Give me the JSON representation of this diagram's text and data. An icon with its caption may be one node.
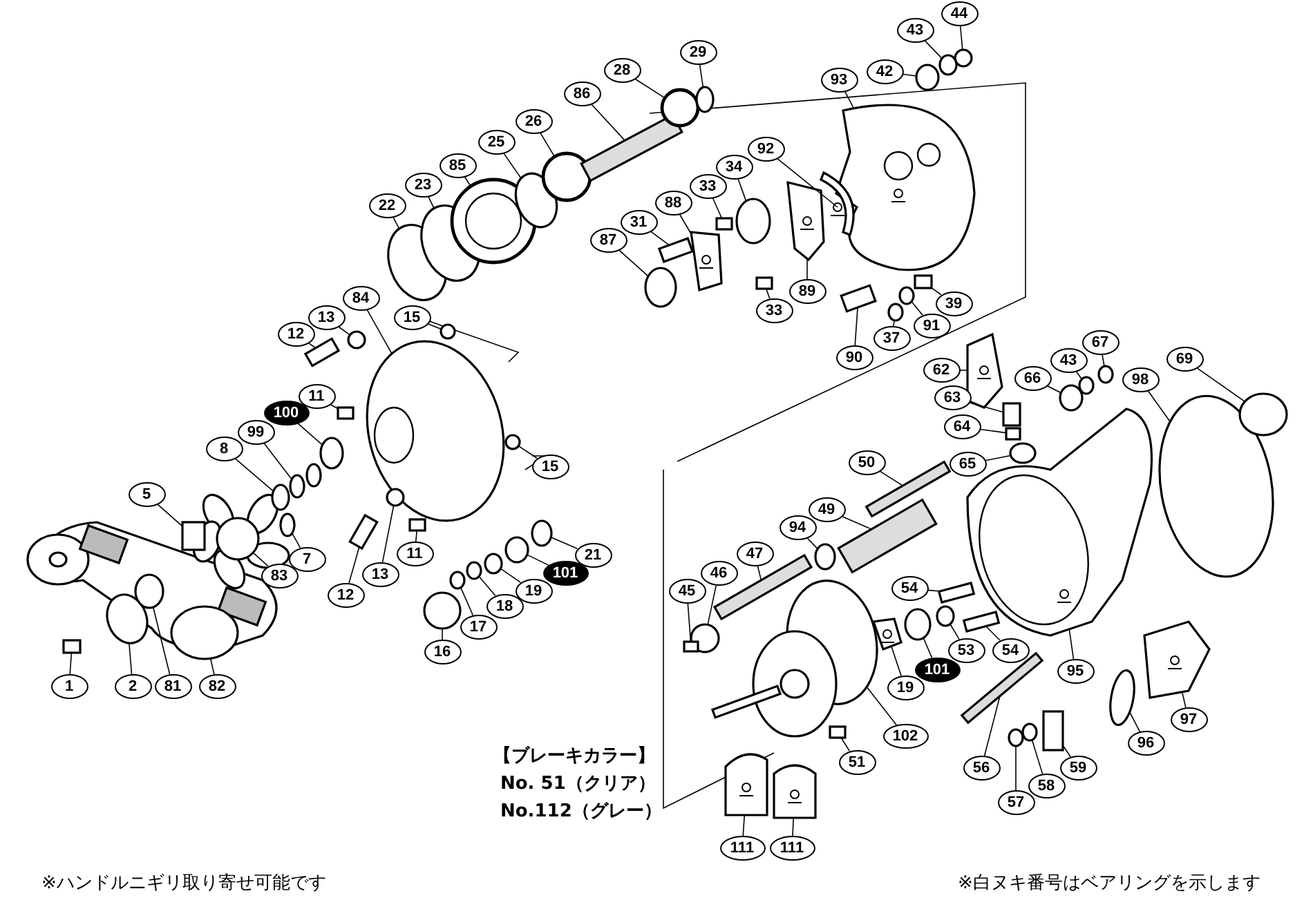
{
  "diagram": {
    "nodes": [
      {
        "text": [
          "22"
        ]
      },
      {
        "text": [
          "23"
        ]
      },
      {
        "text": [
          "85"
        ]
      },
      {
        "text": [
          "25"
        ]
      },
      {
        "text": [
          "26"
        ]
      },
      {
        "text": [
          "86"
        ]
      },
      {
        "text": [
          "28"
        ]
      },
      {
        "text": [
          "29"
        ]
      },
      {
        "text": [
          "44"
        ]
      },
      {
        "text": [
          "43"
        ]
      },
      {
        "text": [
          "42"
        ]
      },
      {
        "text": [
          "93"
        ]
      },
      {
        "text": [
          "92"
        ]
      },
      {
        "text": [
          "34"
        ]
      },
      {
        "text": [
          "33"
        ]
      },
      {
        "text": [
          "88"
        ]
      },
      {
        "text": [
          "31"
        ]
      },
      {
        "text": [
          "87"
        ]
      },
      {
        "text": [
          "89"
        ]
      },
      {
        "text": [
          "33"
        ]
      },
      {
        "text": [
          "90"
        ]
      },
      {
        "text": [
          "37"
        ]
      },
      {
        "text": [
          "91"
        ]
      },
      {
        "text": [
          "39"
        ]
      },
      {
        "text": [
          "13"
        ]
      },
      {
        "text": [
          "12"
        ]
      },
      {
        "text": [
          "84"
        ]
      },
      {
        "text": [
          "15"
        ]
      },
      {
        "text": [
          "11"
        ]
      },
      {
        "text": [
          "100"
        ]
      },
      {
        "text": [
          "99"
        ]
      },
      {
        "text": [
          "8"
        ]
      },
      {
        "text": [
          "15"
        ]
      },
      {
        "text": [
          "62"
        ]
      },
      {
        "text": [
          "63"
        ]
      },
      {
        "text": [
          "64"
        ]
      },
      {
        "text": [
          "65"
        ]
      },
      {
        "text": [
          "66"
        ]
      },
      {
        "text": [
          "43"
        ]
      },
      {
        "text": [
          "67"
        ]
      },
      {
        "text": [
          "98"
        ]
      },
      {
        "text": [
          "69"
        ]
      },
      {
        "text": [
          "5"
        ]
      },
      {
        "text": [
          "7"
        ]
      },
      {
        "text": [
          "83"
        ]
      },
      {
        "text": [
          "12"
        ]
      },
      {
        "text": [
          "13"
        ]
      },
      {
        "text": [
          "11"
        ]
      },
      {
        "text": [
          "21"
        ]
      },
      {
        "text": [
          "101"
        ]
      },
      {
        "text": [
          "19"
        ]
      },
      {
        "text": [
          "18"
        ]
      },
      {
        "text": [
          "17"
        ]
      },
      {
        "text": [
          "16"
        ]
      },
      {
        "text": [
          "1"
        ]
      },
      {
        "text": [
          "2"
        ]
      },
      {
        "text": [
          "81"
        ]
      },
      {
        "text": [
          "82"
        ]
      },
      {
        "text": [
          "50"
        ]
      },
      {
        "text": [
          "49"
        ]
      },
      {
        "text": [
          "94"
        ]
      },
      {
        "text": [
          "47"
        ]
      },
      {
        "text": [
          "46"
        ]
      },
      {
        "text": [
          "45"
        ]
      },
      {
        "text": [
          "54"
        ]
      },
      {
        "text": [
          "53"
        ]
      },
      {
        "text": [
          "54"
        ]
      },
      {
        "text": [
          "95"
        ]
      },
      {
        "text": [
          "19"
        ]
      },
      {
        "text": [
          "101"
        ]
      },
      {
        "text": [
          "102"
        ]
      },
      {
        "text": [
          "51"
        ]
      },
      {
        "text": [
          "56"
        ]
      },
      {
        "text": [
          "59"
        ]
      },
      {
        "text": [
          "58"
        ]
      },
      {
        "text": [
          "57"
        ]
      },
      {
        "text": [
          "96"
        ]
      },
      {
        "text": [
          "97"
        ]
      },
      {
        "text": [
          "111"
        ]
      },
      {
        "text": [
          "111"
        ]
      },
      {
        "text": [],
        "shape": "circle"
      },
      {
        "text": [],
        "shape": "circle"
      },
      {
        "text": [],
        "shape": "circle"
      },
      {
        "text": [],
        "shape": "circle"
      },
      {
        "text": [],
        "shape": "circle"
      },
      {
        "text": [],
        "shape": "bar"
      },
      {
        "text": [],
        "shape": "circle"
      },
      {
        "text": [],
        "shape": "circle"
      },
      {
        "text": [],
        "shape": "circle"
      },
      {
        "text": [],
        "shape": "circle"
      },
      {
        "text": [],
        "shape": "circle"
      },
      {
        "text": [],
        "shape": "picture"
      },
      {
        "text": [],
        "shape": "picture"
      },
      {
        "text": [],
        "shape": "circle"
      },
      {
        "text": [],
        "shape": "box"
      },
      {
        "text": [],
        "shape": "picture"
      },
      {
        "text": [],
        "shape": "box"
      },
      {
        "text": [],
        "shape": "circle"
      },
      {
        "text": [],
        "shape": "picture"
      },
      {
        "text": [],
        "shape": "box"
      },
      {
        "text": [],
        "shape": "box"
      },
      {
        "text": [],
        "shape": "circle"
      },
      {
        "text": [],
        "shape": "circle"
      },
      {
        "text": [],
        "shape": "box"
      },
      {
        "text": [],
        "shape": "circle"
      },
      {
        "text": [],
        "shape": "box"
      },
      {
        "text": [],
        "shape": "circle"
      },
      {
        "text": [],
        "shape": "circle"
      },
      {
        "text": [],
        "shape": "box"
      },
      {
        "text": [],
        "shape": "circle"
      },
      {
        "text": [],
        "shape": "circle"
      },
      {
        "text": [],
        "shape": "circle"
      },
      {
        "text": [],
        "shape": "circle"
      },
      {
        "text": [],
        "shape": "picture"
      },
      {
        "text": [],
        "shape": "box"
      },
      {
        "text": [],
        "shape": "box"
      },
      {
        "text": [],
        "shape": "circle"
      },
      {
        "text": [],
        "shape": "circle"
      },
      {
        "text": [],
        "shape": "circle"
      },
      {
        "text": [],
        "shape": "circle"
      },
      {
        "text": [],
        "shape": "circle"
      },
      {
        "text": [],
        "shape": "circle"
      },
      {
        "text": [],
        "shape": "box"
      },
      {
        "text": [],
        "shape": "circle"
      },
      {
        "text": [],
        "shape": "circle"
      },
      {
        "text": [],
        "shape": "box"
      },
      {
        "text": [],
        "shape": "circle"
      },
      {
        "text": [],
        "shape": "box"
      },
      {
        "text": [],
        "shape": "circle"
      },
      {
        "text": [],
        "shape": "circle"
      },
      {
        "text": [],
        "shape": "circle"
      },
      {
        "text": [],
        "shape": "circle"
      },
      {
        "text": [],
        "shape": "circle"
      },
      {
        "text": [],
        "shape": "circle"
      },
      {
        "text": [],
        "shape": "box"
      },
      {
        "text": [],
        "shape": "circle"
      },
      {
        "text": [],
        "shape": "circle"
      },
      {
        "text": [],
        "shape": "circle"
      },
      {
        "text": [],
        "shape": "bar"
      },
      {
        "text": [],
        "shape": "bar"
      },
      {
        "text": [],
        "shape": "circle"
      },
      {
        "text": [],
        "shape": "bar"
      },
      {
        "text": [],
        "shape": "circle"
      },
      {
        "text": [],
        "shape": "box"
      },
      {
        "text": [],
        "shape": "box"
      },
      {
        "text": [],
        "shape": "circle"
      },
      {
        "text": [],
        "shape": "box"
      },
      {
        "text": [],
        "shape": "picture"
      },
      {
        "text": [],
        "shape": "picture"
      },
      {
        "text": [],
        "shape": "circle"
      },
      {
        "text": [],
        "shape": "circle"
      },
      {
        "text": [],
        "shape": "box"
      },
      {
        "text": [],
        "shape": "bar"
      },
      {
        "text": [],
        "shape": "box"
      },
      {
        "text": [],
        "shape": "circle"
      },
      {
        "text": [],
        "shape": "circle"
      },
      {
        "text": [],
        "shape": "circle"
      },
      {
        "text": [],
        "shape": "picture"
      },
      {
        "text": [],
        "shape": "picture"
      },
      {
        "text": [],
        "shape": "picture"
      }
    ],
    "edges": [
      {
        "from": 0,
        "to": 80,
        "arrow": "none"
      },
      {
        "from": 1,
        "to": 81,
        "arrow": "none"
      },
      {
        "from": 2,
        "to": 82,
        "arrow": "none"
      },
      {
        "from": 3,
        "to": 83,
        "arrow": "none"
      },
      {
        "from": 4,
        "to": 84,
        "arrow": "none"
      },
      {
        "from": 5,
        "to": 85,
        "arrow": "none"
      },
      {
        "from": 6,
        "to": 86,
        "arrow": "none"
      },
      {
        "from": 7,
        "to": 87,
        "arrow": "none"
      },
      {
        "from": 8,
        "to": 88,
        "arrow": "none"
      },
      {
        "from": 9,
        "to": 89,
        "arrow": "none"
      },
      {
        "from": 10,
        "to": 90,
        "arrow": "none"
      },
      {
        "from": 11,
        "to": 91,
        "arrow": "none"
      },
      {
        "from": 12,
        "to": 92,
        "arrow": "none"
      },
      {
        "from": 13,
        "to": 93,
        "arrow": "none"
      },
      {
        "from": 14,
        "to": 94,
        "arrow": "none"
      },
      {
        "from": 15,
        "to": 95,
        "arrow": "none"
      },
      {
        "from": 16,
        "to": 96,
        "arrow": "none"
      },
      {
        "from": 17,
        "to": 97,
        "arrow": "none"
      },
      {
        "from": 18,
        "to": 98,
        "arrow": "none"
      },
      {
        "from": 19,
        "to": 99,
        "arrow": "none"
      },
      {
        "from": 20,
        "to": 100,
        "arrow": "none"
      },
      {
        "from": 21,
        "to": 101,
        "arrow": "none"
      },
      {
        "from": 22,
        "to": 102,
        "arrow": "none"
      },
      {
        "from": 23,
        "to": 103,
        "arrow": "none"
      },
      {
        "from": 24,
        "to": 104,
        "arrow": "none"
      },
      {
        "from": 25,
        "to": 105,
        "arrow": "none"
      },
      {
        "from": 26,
        "to": 106,
        "arrow": "none"
      },
      {
        "from": 27,
        "to": 107,
        "arrow": "none"
      },
      {
        "from": 28,
        "to": 108,
        "arrow": "none"
      },
      {
        "from": 29,
        "to": 109,
        "arrow": "none"
      },
      {
        "from": 30,
        "to": 110,
        "arrow": "none"
      },
      {
        "from": 31,
        "to": 111,
        "arrow": "none"
      },
      {
        "from": 32,
        "to": 112,
        "arrow": "none"
      },
      {
        "from": 33,
        "to": 113,
        "arrow": "none"
      },
      {
        "from": 34,
        "to": 114,
        "arrow": "none"
      },
      {
        "from": 35,
        "to": 115,
        "arrow": "none"
      },
      {
        "from": 36,
        "to": 116,
        "arrow": "none"
      },
      {
        "from": 37,
        "to": 117,
        "arrow": "none"
      },
      {
        "from": 38,
        "to": 118,
        "arrow": "none"
      },
      {
        "from": 39,
        "to": 119,
        "arrow": "none"
      },
      {
        "from": 40,
        "to": 120,
        "arrow": "none"
      },
      {
        "from": 41,
        "to": 121,
        "arrow": "none"
      },
      {
        "from": 42,
        "to": 122,
        "arrow": "none"
      },
      {
        "from": 43,
        "to": 123,
        "arrow": "none"
      },
      {
        "from": 44,
        "to": 124,
        "arrow": "none"
      },
      {
        "from": 45,
        "to": 125,
        "arrow": "none"
      },
      {
        "from": 46,
        "to": 126,
        "arrow": "none"
      },
      {
        "from": 47,
        "to": 127,
        "arrow": "none"
      },
      {
        "from": 48,
        "to": 128,
        "arrow": "none"
      },
      {
        "from": 49,
        "to": 129,
        "arrow": "none"
      },
      {
        "from": 50,
        "to": 130,
        "arrow": "none"
      },
      {
        "from": 51,
        "to": 131,
        "arrow": "none"
      },
      {
        "from": 52,
        "to": 132,
        "arrow": "none"
      },
      {
        "from": 53,
        "to": 133,
        "arrow": "none"
      },
      {
        "from": 54,
        "to": 134,
        "arrow": "none"
      },
      {
        "from": 55,
        "to": 135,
        "arrow": "none"
      },
      {
        "from": 56,
        "to": 136,
        "arrow": "none"
      },
      {
        "from": 57,
        "to": 137,
        "arrow": "none"
      },
      {
        "from": 58,
        "to": 138,
        "arrow": "none"
      },
      {
        "from": 59,
        "to": 139,
        "arrow": "none"
      },
      {
        "from": 60,
        "to": 140,
        "arrow": "none"
      },
      {
        "from": 61,
        "to": 141,
        "arrow": "none"
      },
      {
        "from": 62,
        "to": 142,
        "arrow": "none"
      },
      {
        "from": 63,
        "to": 143,
        "arrow": "none"
      },
      {
        "from": 64,
        "to": 144,
        "arrow": "none"
      },
      {
        "from": 65,
        "to": 145,
        "arrow": "none"
      },
      {
        "from": 66,
        "to": 146,
        "arrow": "none"
      },
      {
        "from": 67,
        "to": 147,
        "arrow": "none"
      },
      {
        "from": 68,
        "to": 148,
        "arrow": "none"
      },
      {
        "from": 69,
        "to": 149,
        "arrow": "none"
      },
      {
        "from": 70,
        "to": 150,
        "arrow": "none"
      },
      {
        "from": 71,
        "to": 151,
        "arrow": "none"
      },
      {
        "from": 72,
        "to": 152,
        "arrow": "none"
      },
      {
        "from": 73,
        "to": 153,
        "arrow": "none"
      },
      {
        "from": 74,
        "to": 154,
        "arrow": "none"
      },
      {
        "from": 75,
        "to": 155,
        "arrow": "none"
      },
      {
        "from": 76,
        "to": 156,
        "arrow": "none"
      },
      {
        "from": 77,
        "to": 157,
        "arrow": "none"
      },
      {
        "from": 78,
        "to": 158,
        "arrow": "none"
      },
      {
        "from": 79,
        "to": 159,
        "arrow": "none"
      }
    ],
    "labels": [
      "【ブレーキカラー】",
      "No. 51（クリア）",
      "No.112（グレー）",
      "※ハンドルニギリ取り寄せ可能です",
      "※白ヌキ番号はベアリングを示します"
    ]
  }
}
